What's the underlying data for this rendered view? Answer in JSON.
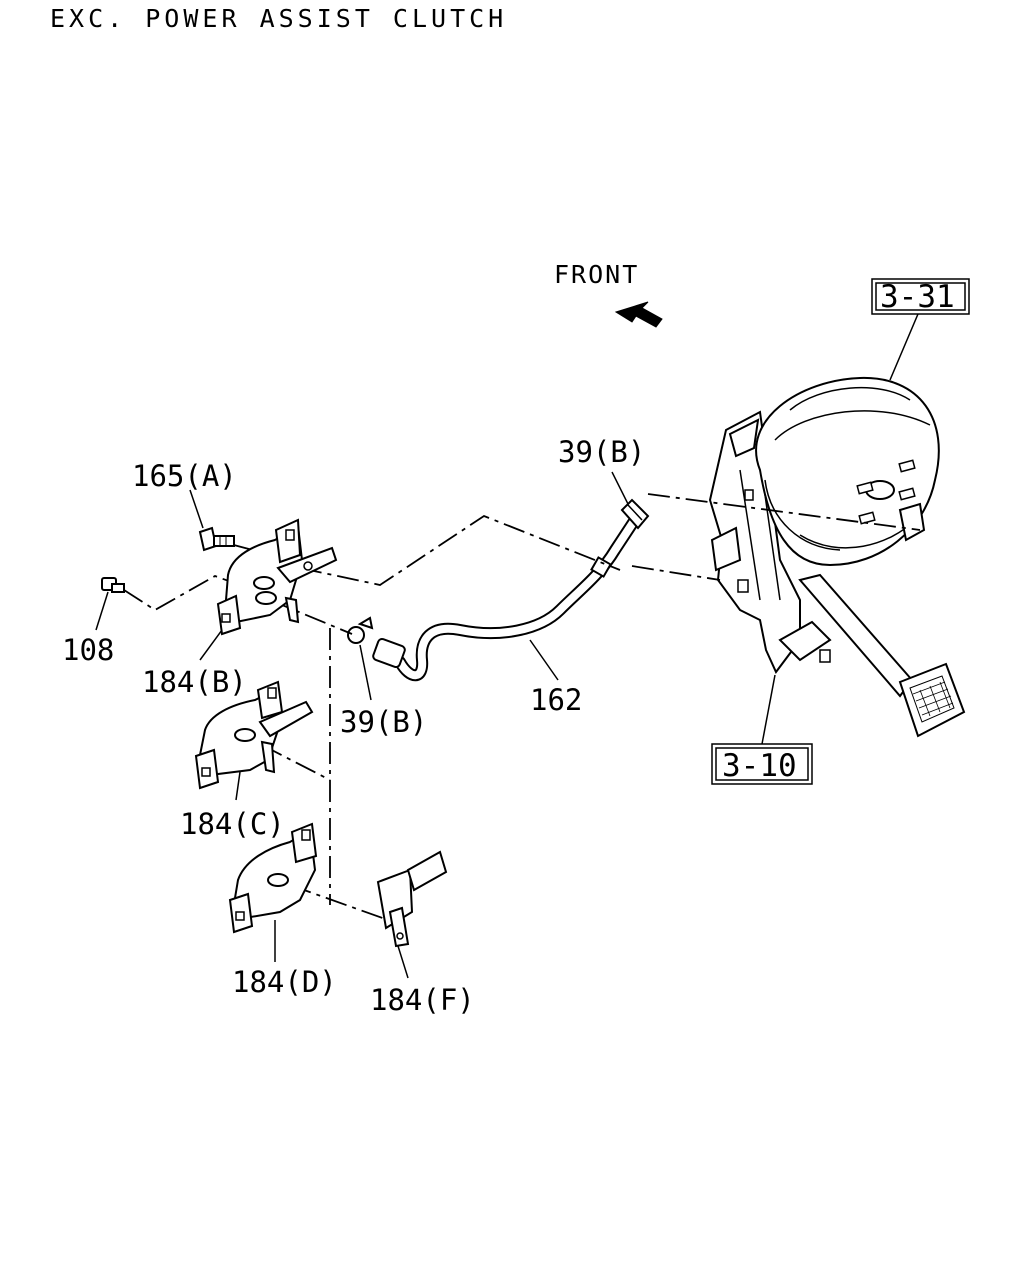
{
  "title": "EXC. POWER ASSIST CLUTCH",
  "front_label": "FRONT",
  "reference_boxes": [
    "3-31",
    "3-10"
  ],
  "callouts": {
    "c165A": "165(A)",
    "c108": "108",
    "c184B": "184(B)",
    "c39B_top": "39(B)",
    "c39B_mid": "39(B)",
    "c162": "162",
    "c184C": "184(C)",
    "c184D": "184(D)",
    "c184F": "184(F)"
  }
}
